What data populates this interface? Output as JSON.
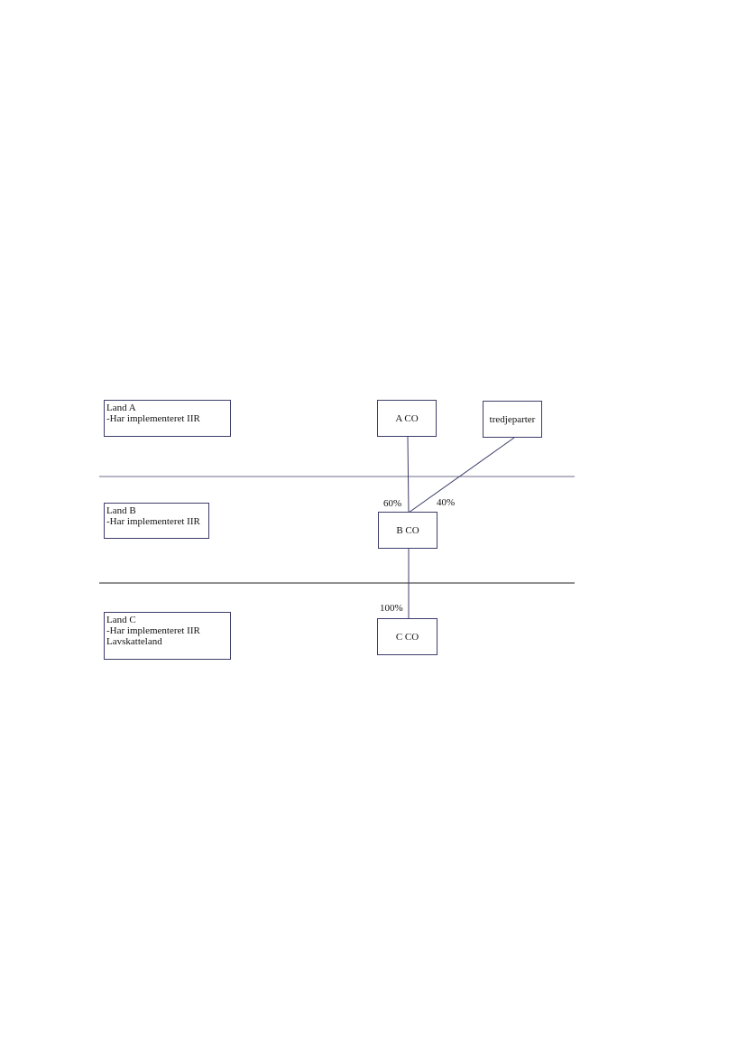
{
  "countries": [
    {
      "name": "Land A",
      "lines": [
        "-Har implementeret IIR"
      ]
    },
    {
      "name": "Land B",
      "lines": [
        "-Har implementeret IIR"
      ]
    },
    {
      "name": "Land C",
      "lines": [
        "-Har implementeret IIR",
        "Lavskatteland"
      ]
    }
  ],
  "entities": {
    "a_co": "A CO",
    "third": "tredjeparter",
    "b_co": "B CO",
    "c_co": "C CO"
  },
  "ownership": {
    "a_to_b": "60%",
    "third_to_b": "40%",
    "b_to_c": "100%"
  },
  "colors": {
    "box_border": "#3d3d6b",
    "divider_upper": "#6b6b8a",
    "divider_lower": "#222222",
    "link": "#3d3d6b"
  }
}
